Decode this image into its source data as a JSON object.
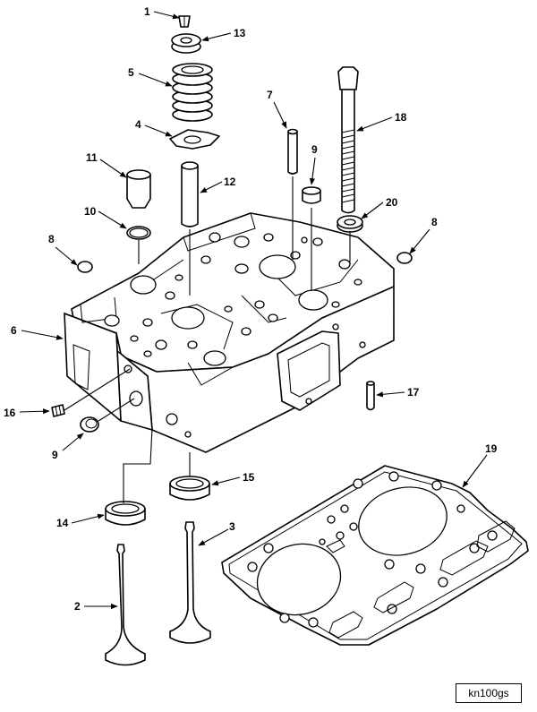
{
  "diagram": {
    "callouts": {
      "c1": "1",
      "c2": "2",
      "c3": "3",
      "c4": "4",
      "c5": "5",
      "c6": "6",
      "c7": "7",
      "c8a": "8",
      "c8b": "8",
      "c9a": "9",
      "c9b": "9",
      "c10": "10",
      "c11": "11",
      "c12": "12",
      "c13": "13",
      "c14": "14",
      "c15": "15",
      "c16": "16",
      "c17": "17",
      "c18": "18",
      "c19": "19",
      "c20": "20"
    },
    "reference_code": "kn100gs"
  }
}
